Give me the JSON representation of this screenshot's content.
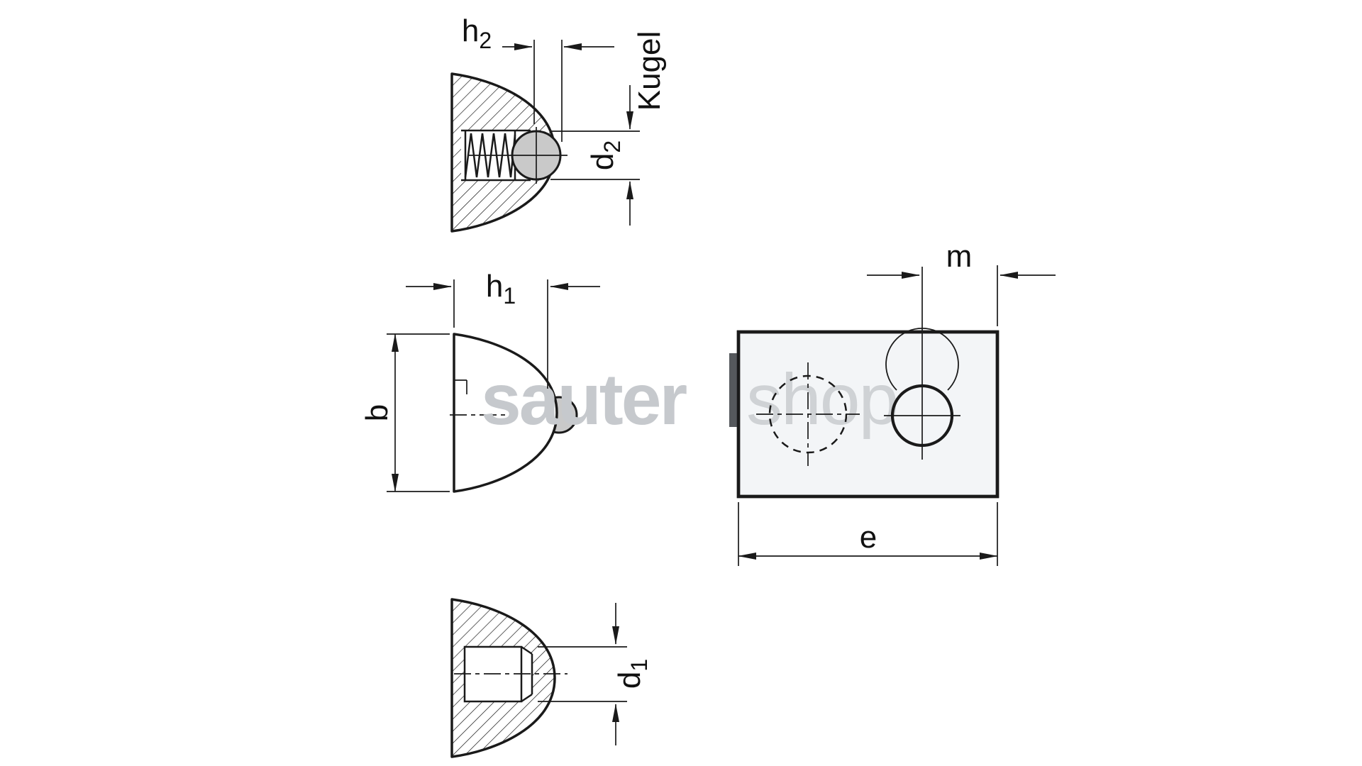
{
  "labels": {
    "h2": {
      "base": "h",
      "sub": "2"
    },
    "kugel": "Kugel",
    "d2": {
      "base": "d",
      "sub": "2"
    },
    "h1": {
      "base": "h",
      "sub": "1"
    },
    "b": "b",
    "m": "m",
    "e": "e",
    "d1": {
      "base": "d",
      "sub": "1"
    }
  },
  "watermark": {
    "brand": "sauter",
    "shop": "shop"
  },
  "colors": {
    "line": "#1a1a1a",
    "ball": "#c9c9c9",
    "plate": "#f3f5f7",
    "wm_brand": "#c6c9cd",
    "wm_shop": "#cfd2d5",
    "wm_bar": "#55585c"
  }
}
